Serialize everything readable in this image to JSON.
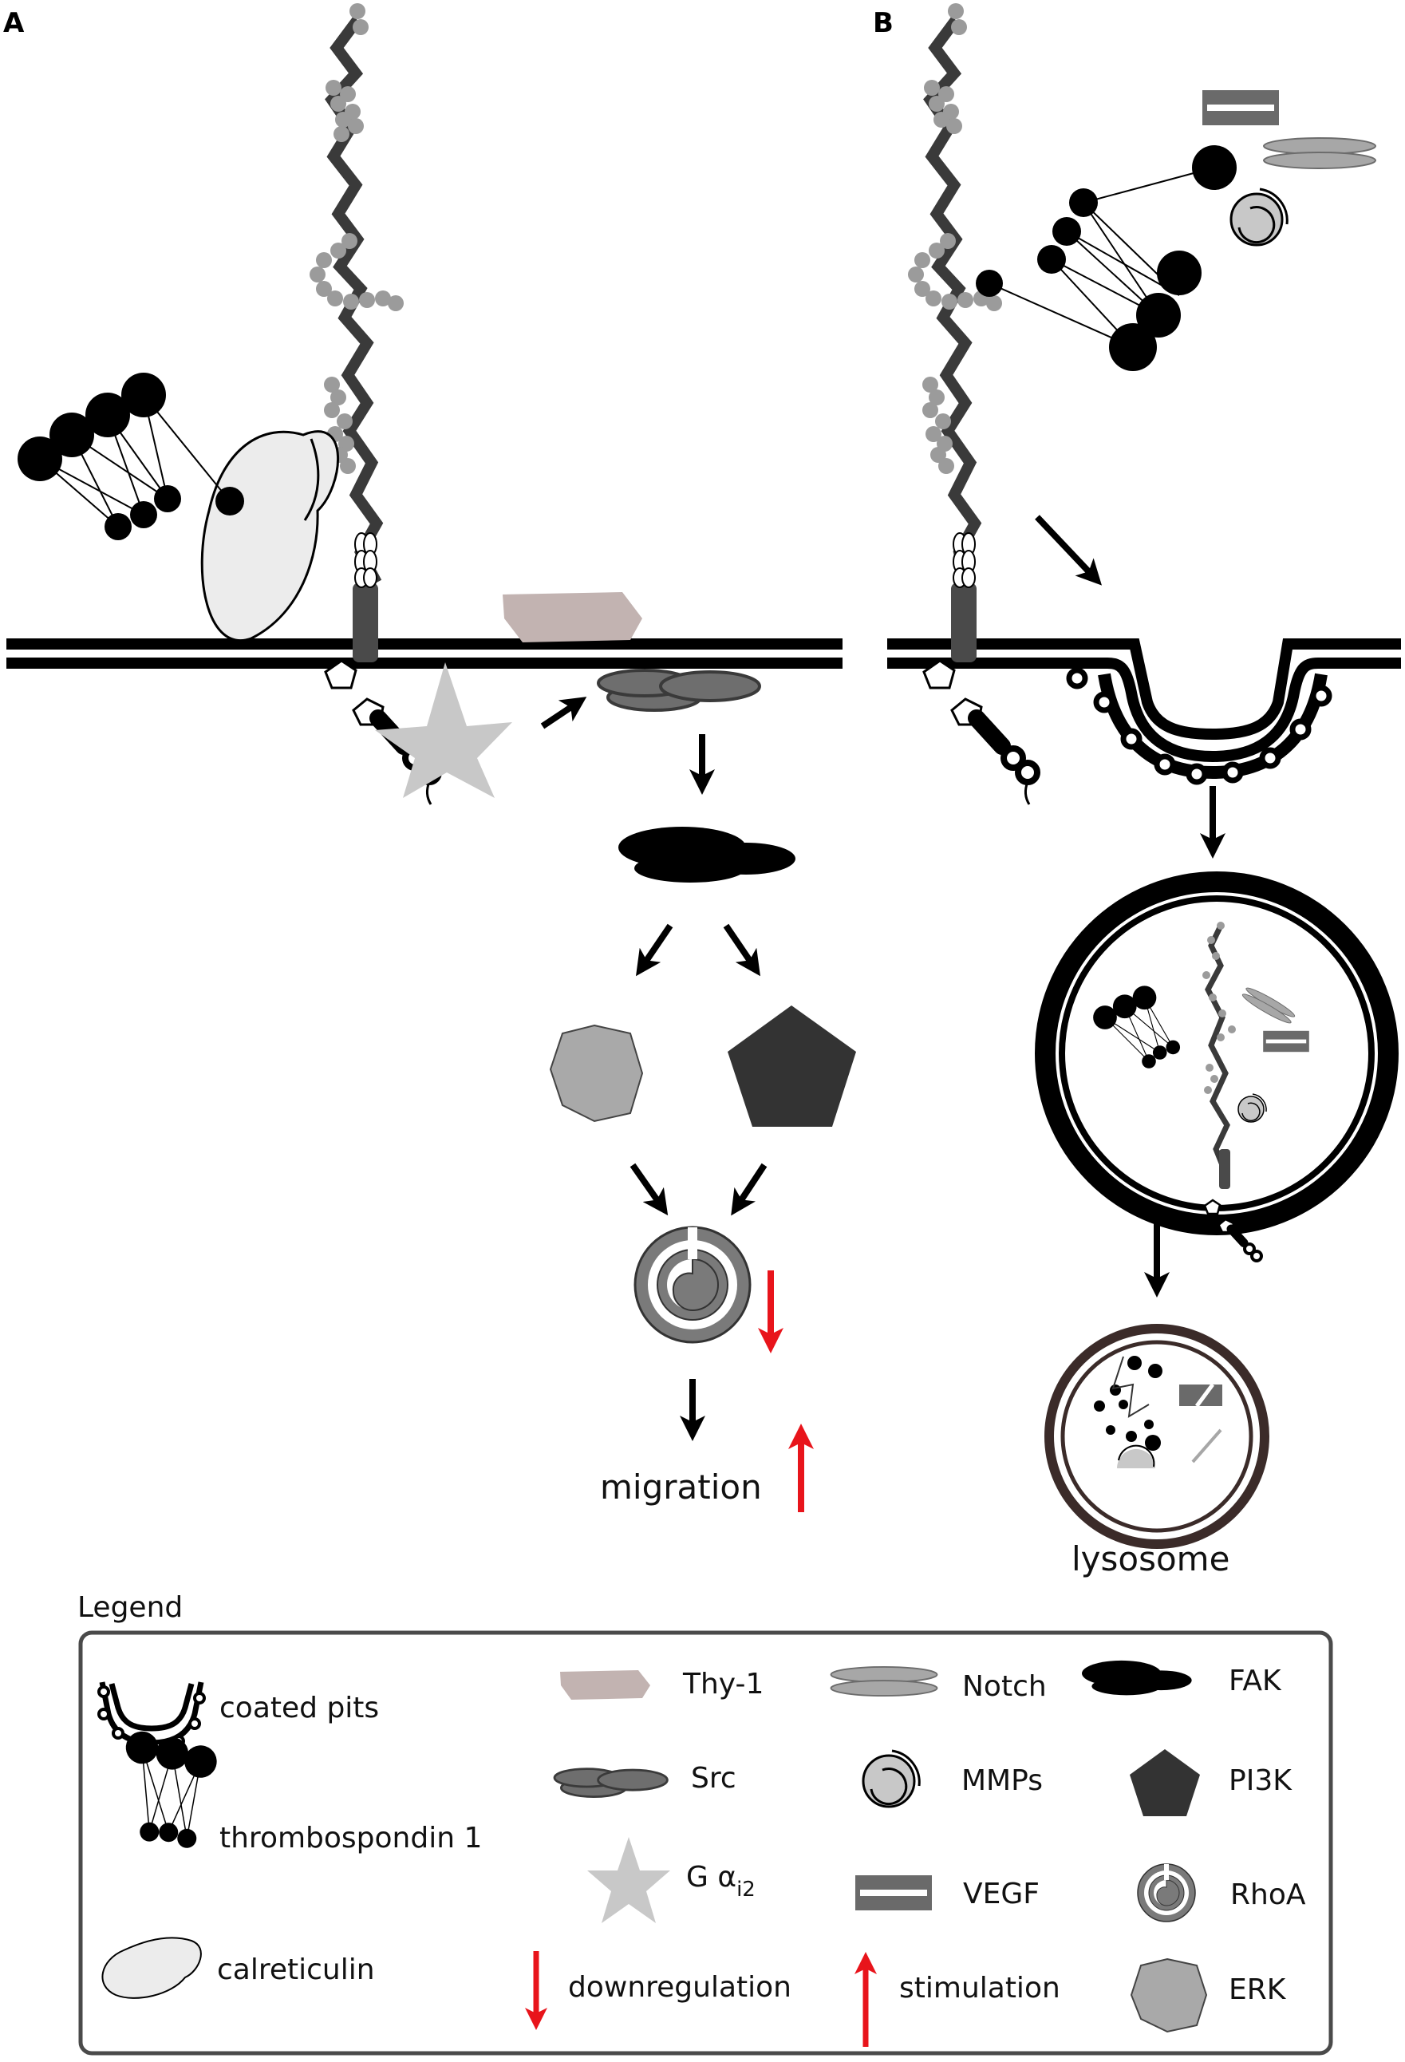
{
  "panels": {
    "a": "A",
    "b": "B"
  },
  "labels": {
    "migration": "migration",
    "lysosome": "lysosome"
  },
  "legend": {
    "title": "Legend",
    "coated_pits": "coated pits",
    "thrombospondin": "thrombospondin 1",
    "calreticulin": "calreticulin",
    "thy1": "Thy-1",
    "src": "Src",
    "galpha_main": "G α",
    "galpha_sub": "i2",
    "notch": "Notch",
    "mmps": "MMPs",
    "vegf": "VEGF",
    "fak": "FAK",
    "pi3k": "PI3K",
    "rhoa": "RhoA",
    "erk": "ERK",
    "down": "downregulation",
    "stim": "stimulation"
  },
  "colors": {
    "black": "#000000",
    "dark_gray": "#3a3a3a",
    "mid_gray": "#7a7a7a",
    "light_gray": "#c8c8c8",
    "thy1": "#c2b3b1",
    "red": "#e8141b",
    "lysosome_ring": "#3b2b29"
  }
}
